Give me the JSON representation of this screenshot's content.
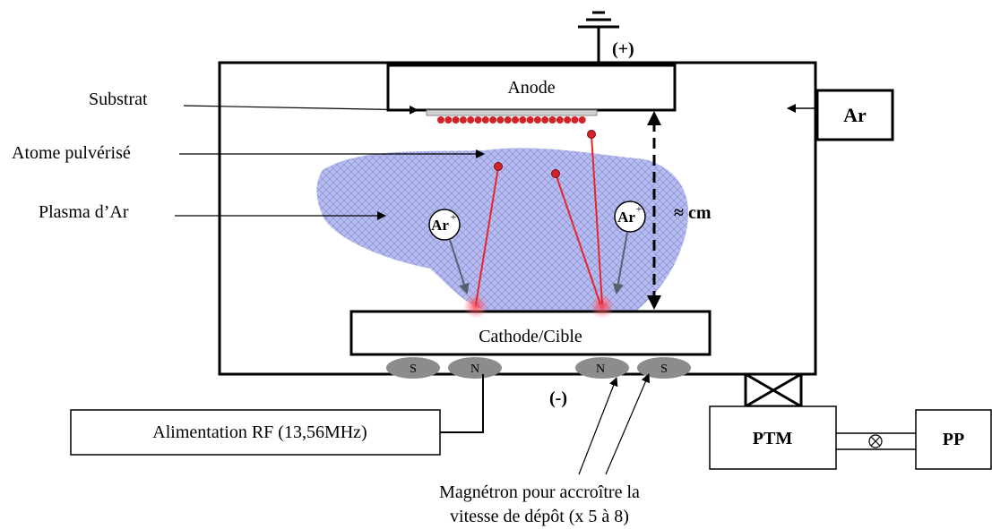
{
  "labels": {
    "anode": "Anode",
    "cathode": "Cathode/Cible",
    "substrat": "Substrat",
    "atome": "Atome pulvérisé",
    "plasma": "Plasma d’Ar",
    "ar_inlet": "Ar",
    "ar_ion": "Ar",
    "ion_sup": "+",
    "distance": "≈ cm",
    "plus": "(+)",
    "minus": "(-)",
    "rf_supply": "Alimentation RF (13,56MHz)",
    "ptm": "PTM",
    "pp": "PP",
    "magnet_s": "S",
    "magnet_n": "N",
    "magnetron_line1": "Magnétron pour accroître la",
    "magnetron_line2": "vitesse de dépôt (x 5 à 8)"
  },
  "colors": {
    "plasma": "#b3b8ea",
    "trajectory": "#e8242a",
    "atom": "#d2232a",
    "magnet": "#8c8c8c",
    "impact": "#f06070"
  }
}
